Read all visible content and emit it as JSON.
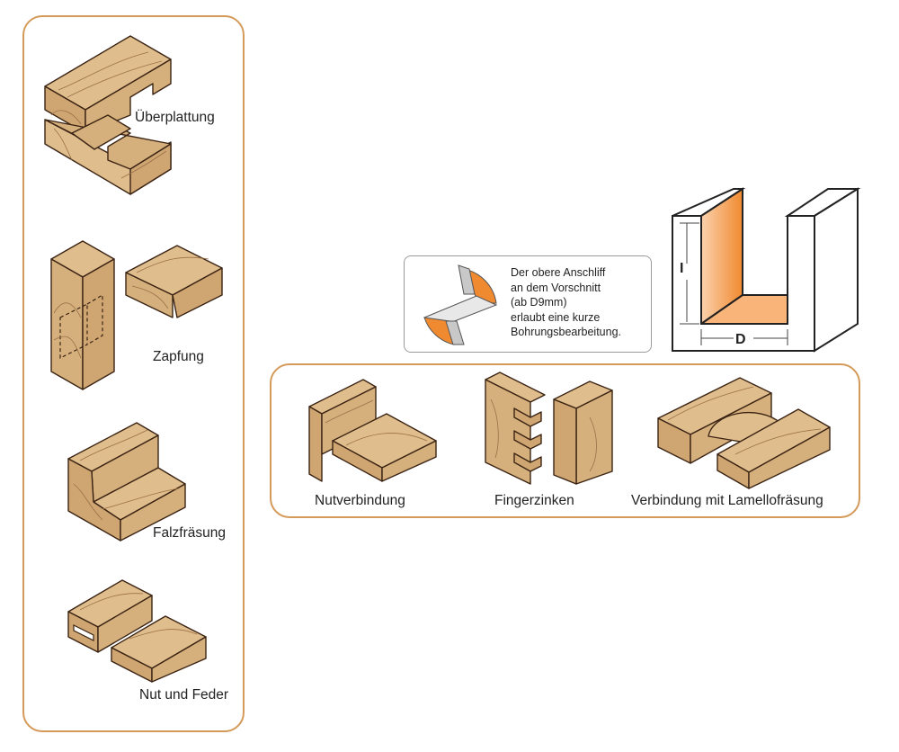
{
  "left_panel": {
    "items": [
      {
        "label": "Überplattung",
        "icon": "lap-joint-icon"
      },
      {
        "label": "Zapfung",
        "icon": "mortise-tenon-icon"
      },
      {
        "label": "Falzfräsung",
        "icon": "rebate-icon"
      },
      {
        "label": "Nut und Feder",
        "icon": "tongue-groove-icon"
      }
    ]
  },
  "info_box": {
    "icon": "router-bit-cutter-icon",
    "lines": [
      "Der obere Anschliff",
      "an dem Vorschnitt",
      "(ab D9mm)",
      "erlaubt eine kurze",
      "Bohrungsbearbeitung."
    ]
  },
  "dimension_diagram": {
    "height_label": "I",
    "width_label": "D",
    "accent_color": "#f08a30"
  },
  "bottom_panel": {
    "items": [
      {
        "label": "Nutverbindung",
        "icon": "groove-joint-icon"
      },
      {
        "label": "Fingerzinken",
        "icon": "finger-joint-icon"
      },
      {
        "label": "Verbindung mit Lamellofräsung",
        "icon": "biscuit-joint-icon"
      }
    ]
  },
  "colors": {
    "panel_border": "#d49a5a",
    "wood": "#e0bd8c",
    "outline": "#3b2414",
    "orange": "#f08a30"
  }
}
